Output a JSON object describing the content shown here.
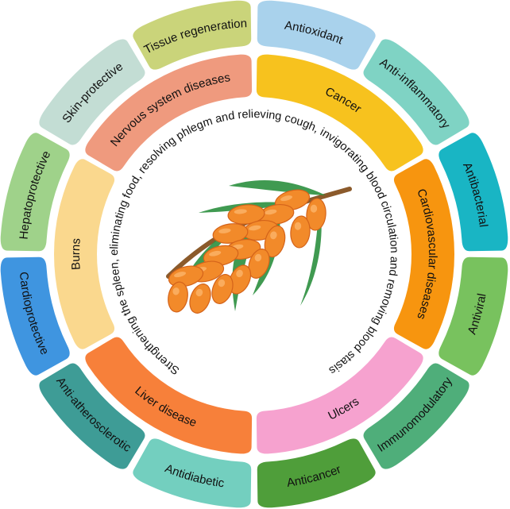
{
  "center_caption": "Strengthening the spleen, eliminating food, resolving phlegm and relieving cough, invigorating blood circulation and removing blood stasis",
  "outer_ring": [
    {
      "label": "Antioxidant",
      "color": "#a9d2ec"
    },
    {
      "label": "Anti-inflammatory",
      "color": "#7fd3c4"
    },
    {
      "label": "Antibacterial",
      "color": "#19b5c4"
    },
    {
      "label": "Antiviral",
      "color": "#78c25e"
    },
    {
      "label": "Immunomodulatory",
      "color": "#4fae7a"
    },
    {
      "label": "Anticancer",
      "color": "#4f9e3a"
    },
    {
      "label": "Antidiabetic",
      "color": "#73cfbf"
    },
    {
      "label": "Anti-atherosclerotic",
      "color": "#3e9c96"
    },
    {
      "label": "Cardioprotective",
      "color": "#3f95e0"
    },
    {
      "label": "Hepatoprotective",
      "color": "#9fd28a"
    },
    {
      "label": "Skin-protective",
      "color": "#c3ddd4"
    },
    {
      "label": "Tissue regeneration",
      "color": "#cad47a"
    }
  ],
  "inner_ring": [
    {
      "label": "Cancer",
      "color": "#f7c21e"
    },
    {
      "label": "Cardiovascular diseases",
      "color": "#f7950f"
    },
    {
      "label": "Ulcers",
      "color": "#f6a2cf"
    },
    {
      "label": "Liver disease",
      "color": "#f7803a"
    },
    {
      "label": "Burns",
      "color": "#fad88e"
    },
    {
      "label": "Nervous system diseases",
      "color": "#ef9a7e"
    }
  ],
  "illustration": {
    "name": "sea-buckthorn-branch",
    "berry_color": "#f28a2a",
    "leaf_color": "#2b8f3e",
    "stem_color": "#8b5a2b"
  }
}
